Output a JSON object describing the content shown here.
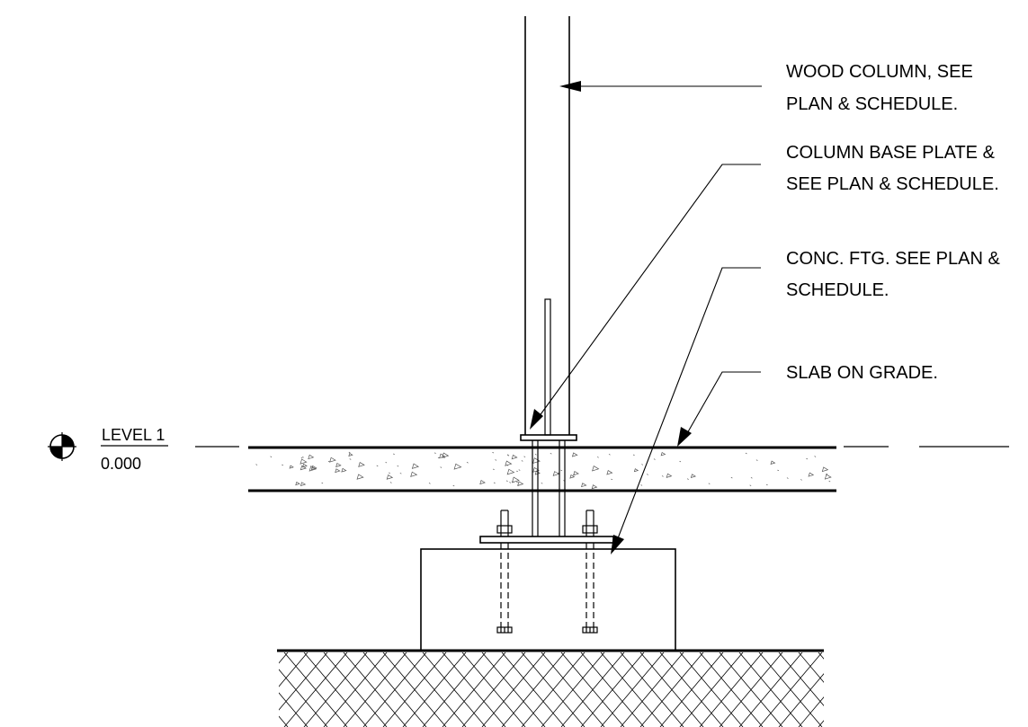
{
  "callouts": {
    "wood_column": [
      "WOOD COLUMN, SEE",
      "PLAN & SCHEDULE."
    ],
    "base_plate": [
      "COLUMN BASE PLATE &",
      "SEE PLAN & SCHEDULE."
    ],
    "footing": [
      "CONC. FTG. SEE PLAN &",
      "SCHEDULE."
    ],
    "slab": [
      "SLAB ON GRADE."
    ]
  },
  "level": {
    "name": "LEVEL 1",
    "elevation": "0.000"
  },
  "icons": {
    "level_marker": "level-datum-icon",
    "leader_arrow": "arrowhead-icon"
  }
}
